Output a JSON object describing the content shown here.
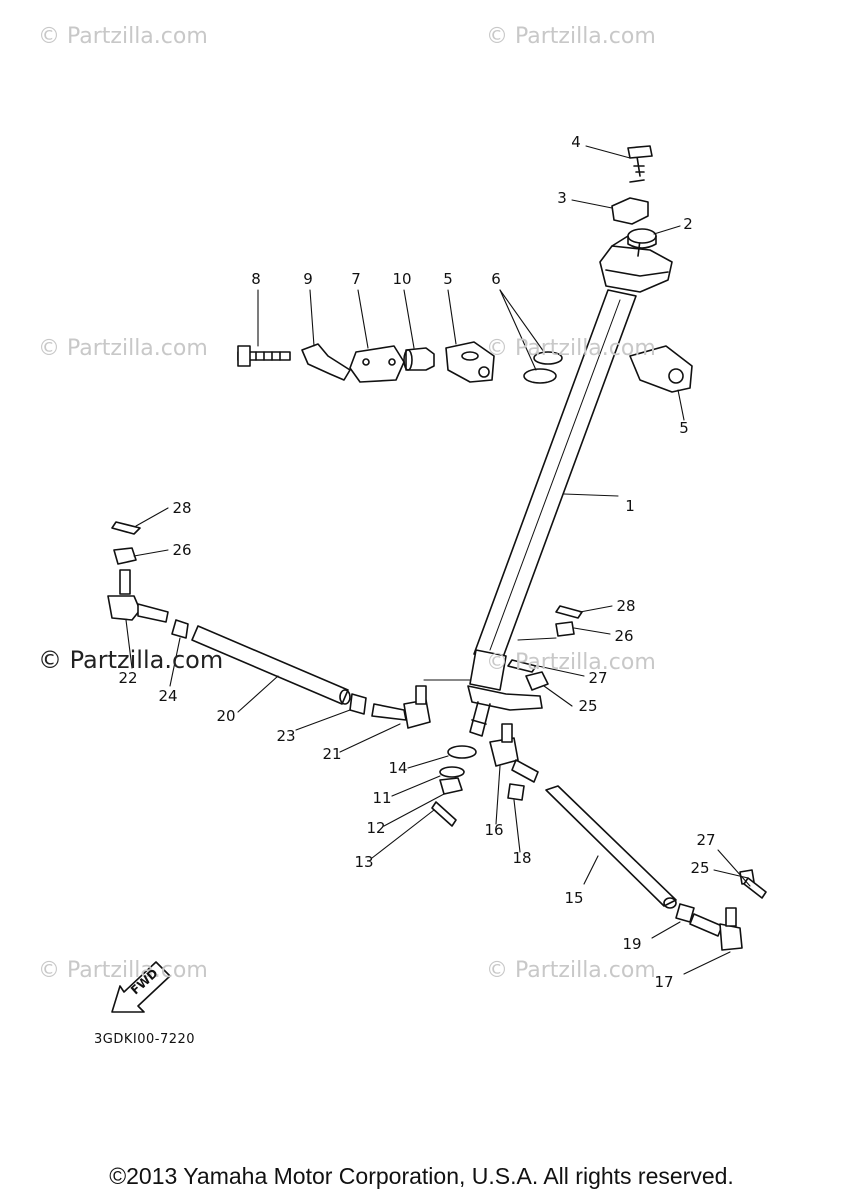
{
  "watermarks": {
    "tl": "© Partzilla.com",
    "tr": "© Partzilla.com",
    "ml": "© Partzilla.com",
    "mr": "© Partzilla.com",
    "center_left": "© Partzilla.com",
    "center_right": "© Partzilla.com",
    "bl": "© Partzilla.com",
    "br": "© Partzilla.com"
  },
  "callouts": {
    "c1": "1",
    "c2": "2",
    "c3": "3",
    "c4": "4",
    "c5a": "5",
    "c5b": "5",
    "c6": "6",
    "c7": "7",
    "c8": "8",
    "c9": "9",
    "c10": "10",
    "c11": "11",
    "c12": "12",
    "c13": "13",
    "c14": "14",
    "c15": "15",
    "c16": "16",
    "c17": "17",
    "c18": "18",
    "c19": "19",
    "c20": "20",
    "c21": "21",
    "c22": "22",
    "c23": "23",
    "c24": "24",
    "c25a": "25",
    "c25b": "25",
    "c26a": "26",
    "c26b": "26",
    "c27a": "27",
    "c27b": "27",
    "c28a": "28",
    "c28b": "28"
  },
  "fwd_label": "FWD",
  "part_code": "3GDKI00-7220",
  "copyright": "©2013 Yamaha Motor Corporation, U.S.A. All rights reserved."
}
